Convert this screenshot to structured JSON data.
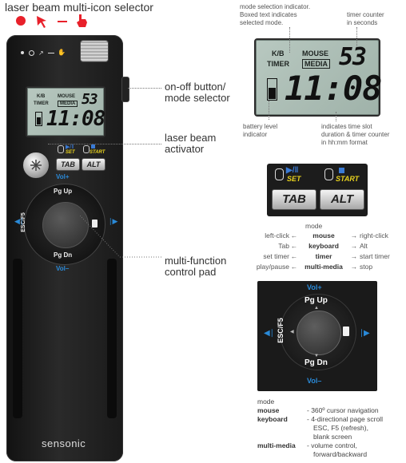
{
  "title": "laser beam multi-icon selector",
  "labels": {
    "on_off": [
      "on-off button/",
      "mode selector"
    ],
    "activator": [
      "laser beam",
      "activator"
    ],
    "pad": [
      "multi-function",
      "control pad"
    ],
    "mode_indicator": [
      "mode selection indicator.",
      "Boxed text indicates",
      "selected mode."
    ],
    "timer_counter": [
      "timer counter",
      "in seconds"
    ],
    "battery": [
      "battery level",
      "indicator"
    ],
    "time_slot": [
      "indicates time slot",
      "duration & timer counter",
      "in hh:mm format"
    ]
  },
  "lcd": {
    "kb": "K/B",
    "mouse": "MOUSE",
    "timer": "TIMER",
    "media": "MEDIA",
    "seconds": "53",
    "time": "11:08"
  },
  "buttons": {
    "set": "SET",
    "start": "START",
    "tab": "TAB",
    "alt": "ALT"
  },
  "pad": {
    "up": "Pg Up",
    "down": "Pg Dn",
    "left": "ESC/F5",
    "vol_up": "Vol+",
    "vol_down": "Vol–"
  },
  "mode_table": {
    "header": "mode",
    "rows": [
      {
        "left": "left-click",
        "mode": "mouse",
        "right": "right-click"
      },
      {
        "left": "Tab",
        "mode": "keyboard",
        "right": "Alt"
      },
      {
        "left": "set timer",
        "mode": "timer",
        "right": "start timer"
      },
      {
        "left": "play/pause",
        "mode": "multi-media",
        "right": "stop"
      }
    ]
  },
  "legend": {
    "header": "mode",
    "rows": [
      {
        "mode": "mouse",
        "desc": [
          "- 360º cursor navigation"
        ]
      },
      {
        "mode": "keyboard",
        "desc": [
          "- 4-directional page scroll",
          "ESC, F5 (refresh),",
          "blank screen"
        ]
      },
      {
        "mode": "multi-media",
        "desc": [
          "- volume control,",
          "forward/backward"
        ]
      }
    ]
  },
  "brand": "sensonic",
  "colors": {
    "laser_red": "#e8202a",
    "set_yellow": "#e8d21e",
    "start_yellow": "#e8d21e",
    "icon_blue": "#3a7bd5",
    "vol_green": "#3fb23f",
    "vol_blue": "#2a8ad8"
  }
}
